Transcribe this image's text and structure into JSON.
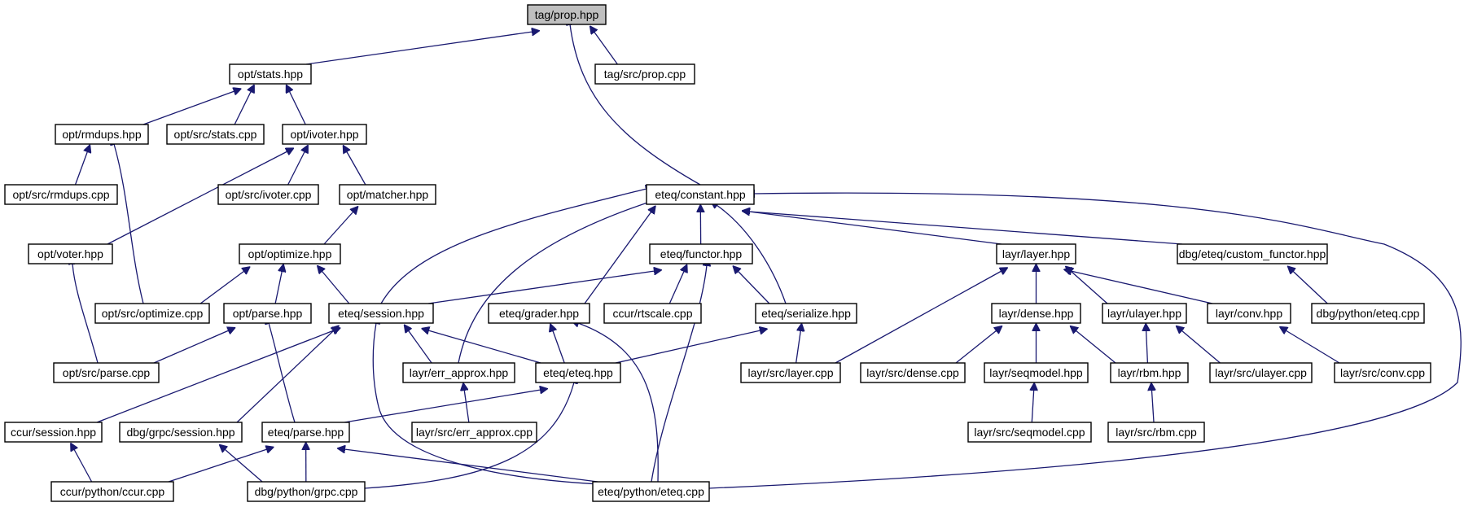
{
  "diagram": {
    "type": "include-dependency-graph",
    "colors": {
      "edge": "#191970",
      "root_fill": "#bfbfbf",
      "node_fill": "#ffffff",
      "node_border": "#000000"
    },
    "nodes": [
      {
        "id": "n0",
        "label": "tag/prop.hpp",
        "root": true
      },
      {
        "id": "n1",
        "label": "opt/stats.hpp"
      },
      {
        "id": "n2",
        "label": "tag/src/prop.cpp"
      },
      {
        "id": "n3",
        "label": "opt/rmdups.hpp"
      },
      {
        "id": "n4",
        "label": "opt/src/stats.cpp"
      },
      {
        "id": "n5",
        "label": "opt/ivoter.hpp"
      },
      {
        "id": "n6",
        "label": "opt/src/rmdups.cpp"
      },
      {
        "id": "n7",
        "label": "opt/src/ivoter.cpp"
      },
      {
        "id": "n8",
        "label": "opt/matcher.hpp"
      },
      {
        "id": "n9",
        "label": "eteq/constant.hpp"
      },
      {
        "id": "n10",
        "label": "opt/voter.hpp"
      },
      {
        "id": "n11",
        "label": "opt/optimize.hpp"
      },
      {
        "id": "n12",
        "label": "eteq/functor.hpp"
      },
      {
        "id": "n13",
        "label": "layr/layer.hpp"
      },
      {
        "id": "n14",
        "label": "dbg/eteq/custom_functor.hpp"
      },
      {
        "id": "n15",
        "label": "opt/src/optimize.cpp"
      },
      {
        "id": "n16",
        "label": "opt/parse.hpp"
      },
      {
        "id": "n17",
        "label": "eteq/session.hpp"
      },
      {
        "id": "n18",
        "label": "eteq/grader.hpp"
      },
      {
        "id": "n19",
        "label": "ccur/rtscale.cpp"
      },
      {
        "id": "n20",
        "label": "eteq/serialize.hpp"
      },
      {
        "id": "n21",
        "label": "layr/dense.hpp"
      },
      {
        "id": "n22",
        "label": "layr/ulayer.hpp"
      },
      {
        "id": "n23",
        "label": "layr/conv.hpp"
      },
      {
        "id": "n24",
        "label": "dbg/python/eteq.cpp"
      },
      {
        "id": "n25",
        "label": "opt/src/parse.cpp"
      },
      {
        "id": "n26",
        "label": "layr/err_approx.hpp"
      },
      {
        "id": "n27",
        "label": "eteq/eteq.hpp"
      },
      {
        "id": "n28",
        "label": "layr/src/layer.cpp"
      },
      {
        "id": "n29",
        "label": "layr/src/dense.cpp"
      },
      {
        "id": "n30",
        "label": "layr/seqmodel.hpp"
      },
      {
        "id": "n31",
        "label": "layr/rbm.hpp"
      },
      {
        "id": "n32",
        "label": "layr/src/ulayer.cpp"
      },
      {
        "id": "n33",
        "label": "layr/src/conv.cpp"
      },
      {
        "id": "n34",
        "label": "ccur/session.hpp"
      },
      {
        "id": "n35",
        "label": "dbg/grpc/session.hpp"
      },
      {
        "id": "n36",
        "label": "eteq/parse.hpp"
      },
      {
        "id": "n37",
        "label": "layr/src/err_approx.cpp"
      },
      {
        "id": "n38",
        "label": "layr/src/seqmodel.cpp"
      },
      {
        "id": "n39",
        "label": "layr/src/rbm.cpp"
      },
      {
        "id": "n40",
        "label": "ccur/python/ccur.cpp"
      },
      {
        "id": "n41",
        "label": "dbg/python/grpc.cpp"
      },
      {
        "id": "n42",
        "label": "eteq/python/eteq.cpp"
      }
    ],
    "edges": [
      {
        "from": "n1",
        "to": "n0"
      },
      {
        "from": "n2",
        "to": "n0"
      },
      {
        "from": "n9",
        "to": "n0"
      },
      {
        "from": "n3",
        "to": "n1"
      },
      {
        "from": "n4",
        "to": "n1"
      },
      {
        "from": "n5",
        "to": "n1"
      },
      {
        "from": "n6",
        "to": "n3"
      },
      {
        "from": "n15",
        "to": "n3"
      },
      {
        "from": "n10",
        "to": "n5"
      },
      {
        "from": "n7",
        "to": "n5"
      },
      {
        "from": "n8",
        "to": "n5"
      },
      {
        "from": "n11",
        "to": "n8"
      },
      {
        "from": "n25",
        "to": "n10"
      },
      {
        "from": "n15",
        "to": "n11"
      },
      {
        "from": "n16",
        "to": "n11"
      },
      {
        "from": "n17",
        "to": "n11"
      },
      {
        "from": "n25",
        "to": "n16"
      },
      {
        "from": "n36",
        "to": "n16"
      },
      {
        "from": "n17",
        "to": "n9"
      },
      {
        "from": "n26",
        "to": "n9"
      },
      {
        "from": "n18",
        "to": "n9"
      },
      {
        "from": "n12",
        "to": "n9"
      },
      {
        "from": "n20",
        "to": "n9"
      },
      {
        "from": "n13",
        "to": "n9"
      },
      {
        "from": "n14",
        "to": "n9"
      },
      {
        "from": "n42",
        "to": "n9"
      },
      {
        "from": "n17",
        "to": "n12"
      },
      {
        "from": "n19",
        "to": "n12"
      },
      {
        "from": "n20",
        "to": "n12"
      },
      {
        "from": "n42",
        "to": "n12"
      },
      {
        "from": "n28",
        "to": "n13"
      },
      {
        "from": "n21",
        "to": "n13"
      },
      {
        "from": "n22",
        "to": "n13"
      },
      {
        "from": "n23",
        "to": "n13"
      },
      {
        "from": "n24",
        "to": "n14"
      },
      {
        "from": "n34",
        "to": "n17"
      },
      {
        "from": "n35",
        "to": "n17"
      },
      {
        "from": "n26",
        "to": "n17"
      },
      {
        "from": "n27",
        "to": "n17"
      },
      {
        "from": "n42",
        "to": "n17"
      },
      {
        "from": "n27",
        "to": "n18"
      },
      {
        "from": "n42",
        "to": "n18"
      },
      {
        "from": "n27",
        "to": "n20"
      },
      {
        "from": "n28",
        "to": "n20"
      },
      {
        "from": "n37",
        "to": "n26"
      },
      {
        "from": "n36",
        "to": "n27"
      },
      {
        "from": "n41",
        "to": "n27"
      },
      {
        "from": "n29",
        "to": "n21"
      },
      {
        "from": "n30",
        "to": "n21"
      },
      {
        "from": "n31",
        "to": "n21"
      },
      {
        "from": "n31",
        "to": "n22"
      },
      {
        "from": "n32",
        "to": "n22"
      },
      {
        "from": "n33",
        "to": "n23"
      },
      {
        "from": "n38",
        "to": "n30"
      },
      {
        "from": "n39",
        "to": "n31"
      },
      {
        "from": "n40",
        "to": "n34"
      },
      {
        "from": "n41",
        "to": "n35"
      },
      {
        "from": "n40",
        "to": "n36"
      },
      {
        "from": "n41",
        "to": "n36"
      },
      {
        "from": "n42",
        "to": "n36"
      }
    ]
  }
}
